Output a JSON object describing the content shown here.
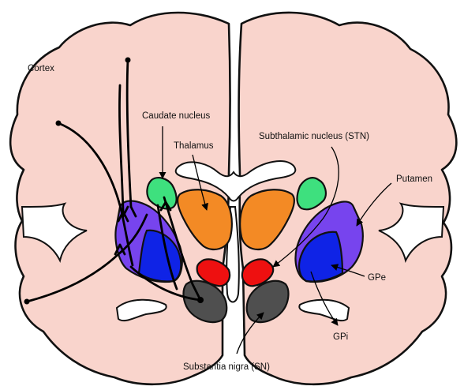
{
  "labels": {
    "cortex": "Cortex",
    "caudate": "Caudate nucleus",
    "thalamus": "Thalamus",
    "stn": "Subthalamic nucleus (STN)",
    "putamen": "Putamen",
    "gpe": "GPe",
    "gpi": "GPi",
    "sn": "Substantia nigra (SN)"
  },
  "colors": {
    "brain": "#f9d4cc",
    "caudate": "#3ee07e",
    "thalamus": "#f38a25",
    "stn": "#ee1010",
    "putamen": "#7744ee",
    "globus_pallidus": "#0f23e6",
    "substantia_nigra": "#4f4f4f",
    "ventricle": "#ffffff"
  }
}
